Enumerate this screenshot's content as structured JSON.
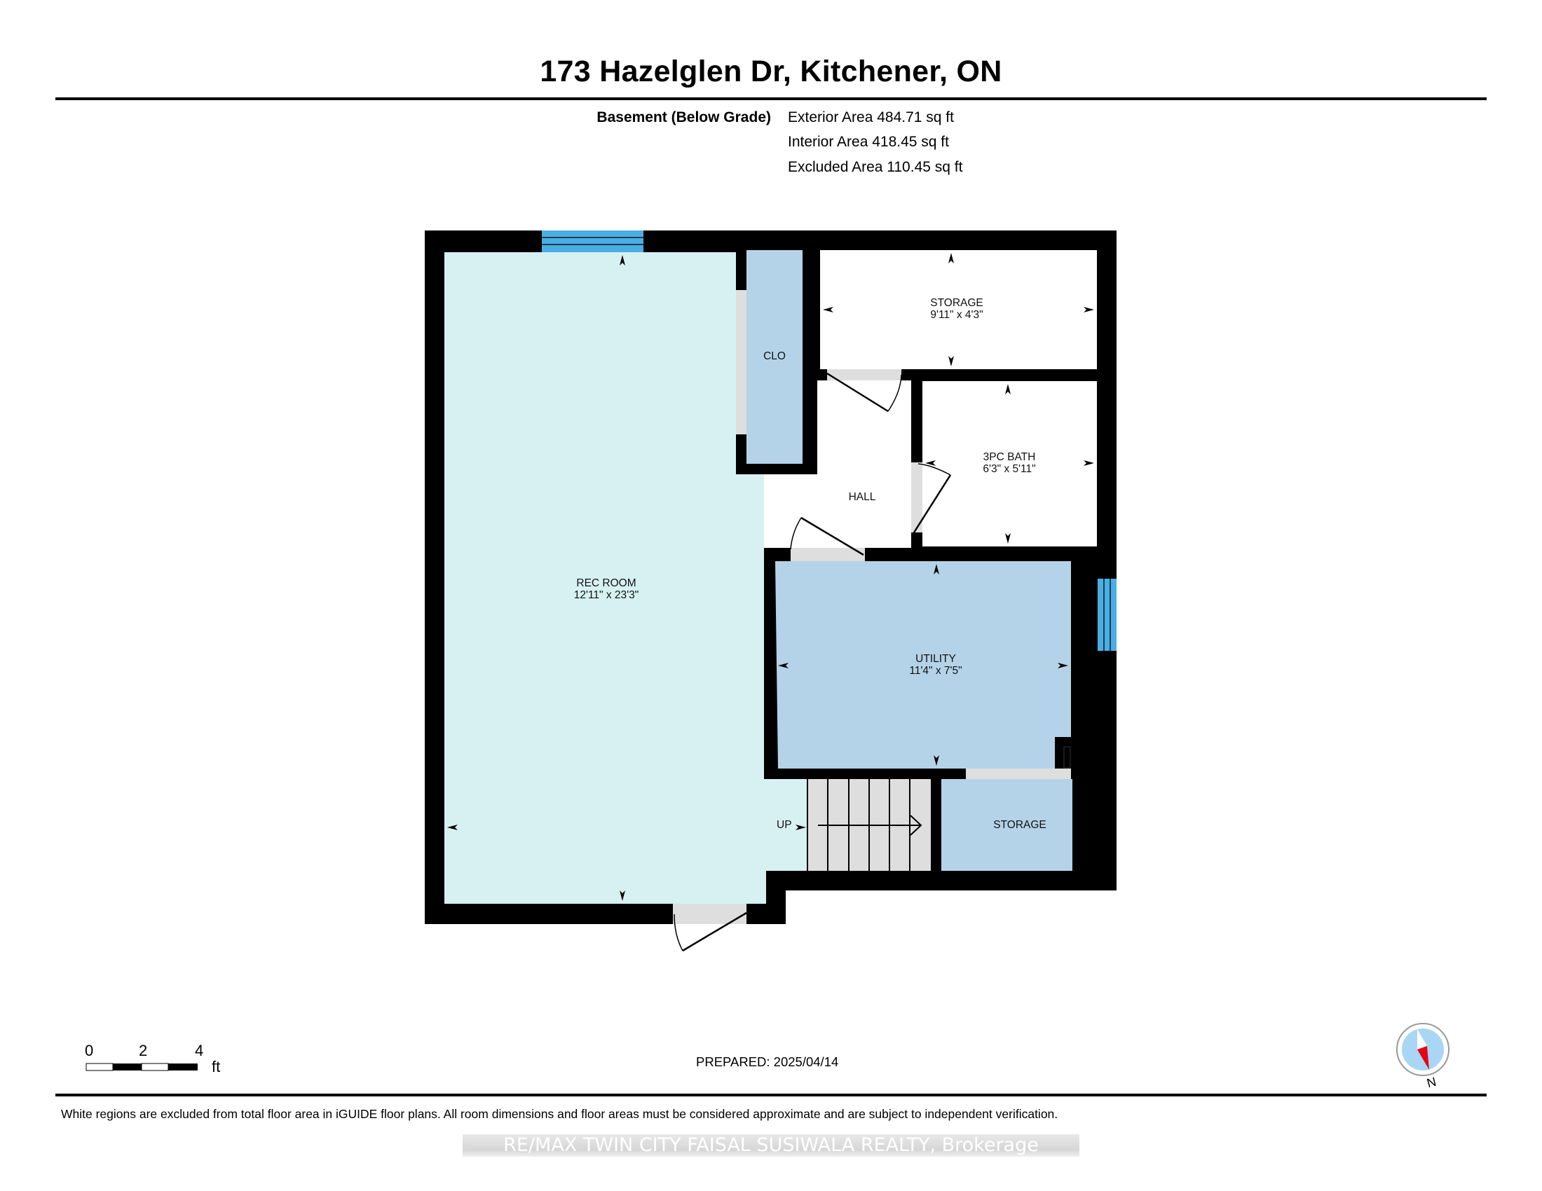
{
  "header": {
    "title": "173 Hazelglen Dr, Kitchener, ON"
  },
  "floor": {
    "label": "Basement (Below Grade)",
    "areas": [
      "Exterior Area 484.71 sq ft",
      "Interior Area 418.45 sq ft",
      "Excluded Area 110.45 sq ft"
    ]
  },
  "rooms": {
    "rec_room": {
      "name": "REC ROOM",
      "dims": "12'11\" x 23'3\""
    },
    "closet": {
      "name": "CLO"
    },
    "storage_top": {
      "name": "STORAGE",
      "dims": "9'11\" x 4'3\""
    },
    "bath": {
      "name": "3PC BATH",
      "dims": "6'3\" x 5'11\""
    },
    "hall": {
      "name": "HALL"
    },
    "utility": {
      "name": "UTILITY",
      "dims": "11'4\" x 7'5\""
    },
    "storage_bottom": {
      "name": "STORAGE"
    },
    "stairs": {
      "label": "UP"
    }
  },
  "colors": {
    "wall": "#000000",
    "rec_room": "#d7f1f3",
    "blue_room": "#b4d3e8",
    "window": "#4aaee3",
    "door_opening": "#dedede",
    "compass_fill": "#a9d6f5",
    "compass_needle": "#e30613"
  },
  "scale_bar": {
    "ticks": [
      "0",
      "2",
      "4"
    ],
    "unit": "ft"
  },
  "compass": {
    "label": "N"
  },
  "footer": {
    "prepared": "PREPARED: 2025/04/14",
    "disclaimer": "White regions are excluded from total floor area in iGUIDE floor plans. All room dimensions and floor areas must be considered approximate and are subject to independent verification.",
    "watermark": "RE/MAX TWIN CITY FAISAL SUSIWALA REALTY, Brokerage"
  }
}
